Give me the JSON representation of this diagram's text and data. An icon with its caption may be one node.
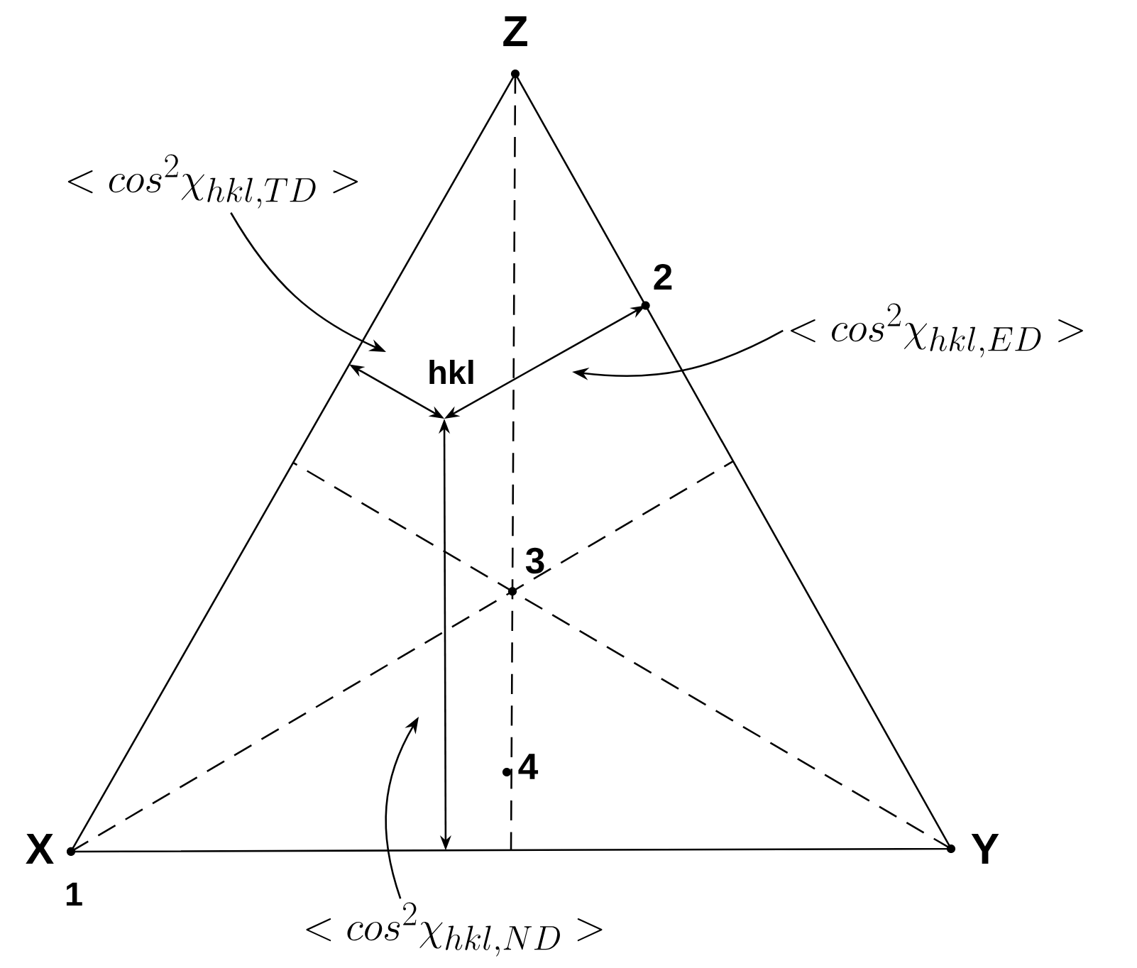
{
  "diagram": {
    "nodes": [
      {
        "text": [
          "< cos^{2}\\chi_{hkl,TD} >"
        ]
      },
      {
        "text": [
          "< cos^{2}\\chi_{hkl,ED} >"
        ]
      },
      {
        "text": [
          "< cos^{2}\\chi_{hkl,ND} >"
        ]
      }
    ],
    "edges": [
      {
        "from": 0,
        "to": null,
        "arrow": "to"
      },
      {
        "from": 1,
        "to": null,
        "arrow": "to"
      },
      {
        "from": 2,
        "to": null,
        "arrow": "to"
      }
    ],
    "labels": [
      "Z",
      "2",
      "hkl",
      "3",
      "4",
      "X",
      "Y",
      "1"
    ]
  }
}
